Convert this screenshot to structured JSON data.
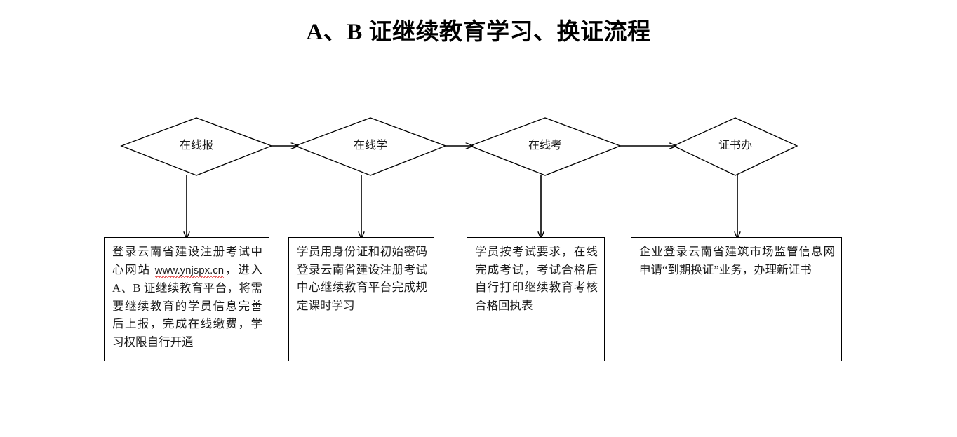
{
  "document": {
    "title": "A、B 证继续教育学习、换证流程"
  },
  "flow": {
    "nodes": [
      {
        "id": "node-1",
        "label": "在线报",
        "shape": "diamond"
      },
      {
        "id": "node-2",
        "label": "在线学",
        "shape": "diamond"
      },
      {
        "id": "node-3",
        "label": "在线考",
        "shape": "diamond"
      },
      {
        "id": "node-4",
        "label": "证书办",
        "shape": "diamond"
      }
    ],
    "boxes": [
      {
        "id": "box-1",
        "text_before_url": "登录云南省建设注册考试中心网站 ",
        "url": "www.ynjspx.cn",
        "text_after_url": "，进入 A、B 证继续教育平台，将需要继续教育的学员信息完善后上报，完成在线缴费，学习权限自行开通"
      },
      {
        "id": "box-2",
        "text": "学员用身份证和初始密码登录云南省建设注册考试中心继续教育平台完成规定课时学习"
      },
      {
        "id": "box-3",
        "text": "学员按考试要求，在线完成考试，考试合格后自行打印继续教育考核合格回执表"
      },
      {
        "id": "box-4",
        "text": "企业登录云南省建筑市场监管信息网申请“到期换证”业务，办理新证书"
      }
    ],
    "connectors": [
      {
        "id": "arrow-node1-node2",
        "from": "node-1",
        "to": "node-2",
        "direction": "horizontal"
      },
      {
        "id": "arrow-node2-node3",
        "from": "node-2",
        "to": "node-3",
        "direction": "horizontal"
      },
      {
        "id": "arrow-node3-node4",
        "from": "node-3",
        "to": "node-4",
        "direction": "horizontal"
      },
      {
        "id": "arrow-node1-box1",
        "from": "node-1",
        "to": "box-1",
        "direction": "vertical"
      },
      {
        "id": "arrow-node2-box2",
        "from": "node-2",
        "to": "box-2",
        "direction": "vertical"
      },
      {
        "id": "arrow-node3-box3",
        "from": "node-3",
        "to": "box-3",
        "direction": "vertical"
      },
      {
        "id": "arrow-node4-box4",
        "from": "node-4",
        "to": "box-4",
        "direction": "vertical"
      }
    ]
  },
  "colors": {
    "stroke": "#000000",
    "text": "#1a1a1a",
    "background": "#ffffff",
    "spellcheck_underline": "#e03030"
  }
}
